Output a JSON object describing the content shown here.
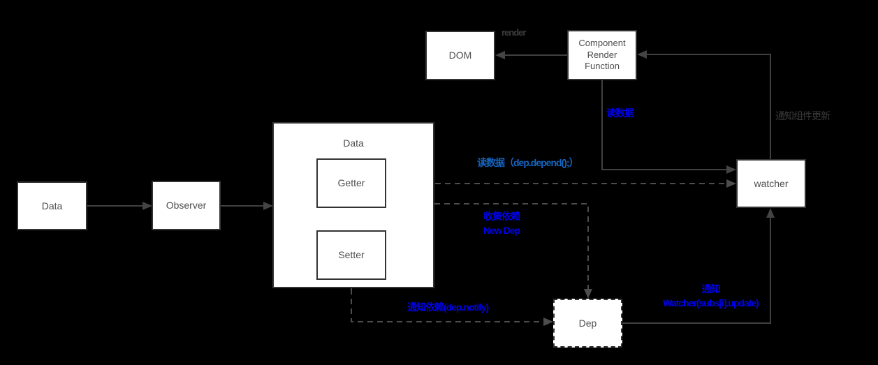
{
  "diagram": {
    "description_type": "flow-diagram"
  },
  "nodes": {
    "data_source": {
      "label": "Data"
    },
    "observer": {
      "label": "Observer"
    },
    "data_container": {
      "label": "Data"
    },
    "getter": {
      "label": "Getter"
    },
    "setter": {
      "label": "Setter"
    },
    "dom": {
      "label": "DOM"
    },
    "component_render": {
      "label": "Component Render Function"
    },
    "watcher": {
      "label": "watcher"
    },
    "dep": {
      "label": "Dep"
    }
  },
  "edge_labels": {
    "render": {
      "label": "render"
    },
    "read_data": {
      "label": "读数据"
    },
    "notify_component": {
      "label": "通知组件更新"
    },
    "read_data_depend": {
      "label": "读数据（dep.depend();）"
    },
    "collect_dep": {
      "line1": "收集依赖",
      "line2": "New Dep"
    },
    "notify_dep": {
      "label": "通知依赖(dep.notify)"
    },
    "notify_watcher": {
      "line1": "通知",
      "line2": "Watcher(subs[i].update)"
    }
  },
  "colors": {
    "background": "#000000",
    "node_fill": "#ffffff",
    "node_border": "#333333",
    "node_text": "#4d4d4d",
    "solid_line": "#404040",
    "dashed_line": "#4d4d4d",
    "blue_label": "#0000ee",
    "light_blue_label": "#1565c0",
    "gray_label": "#3d3d3d"
  }
}
